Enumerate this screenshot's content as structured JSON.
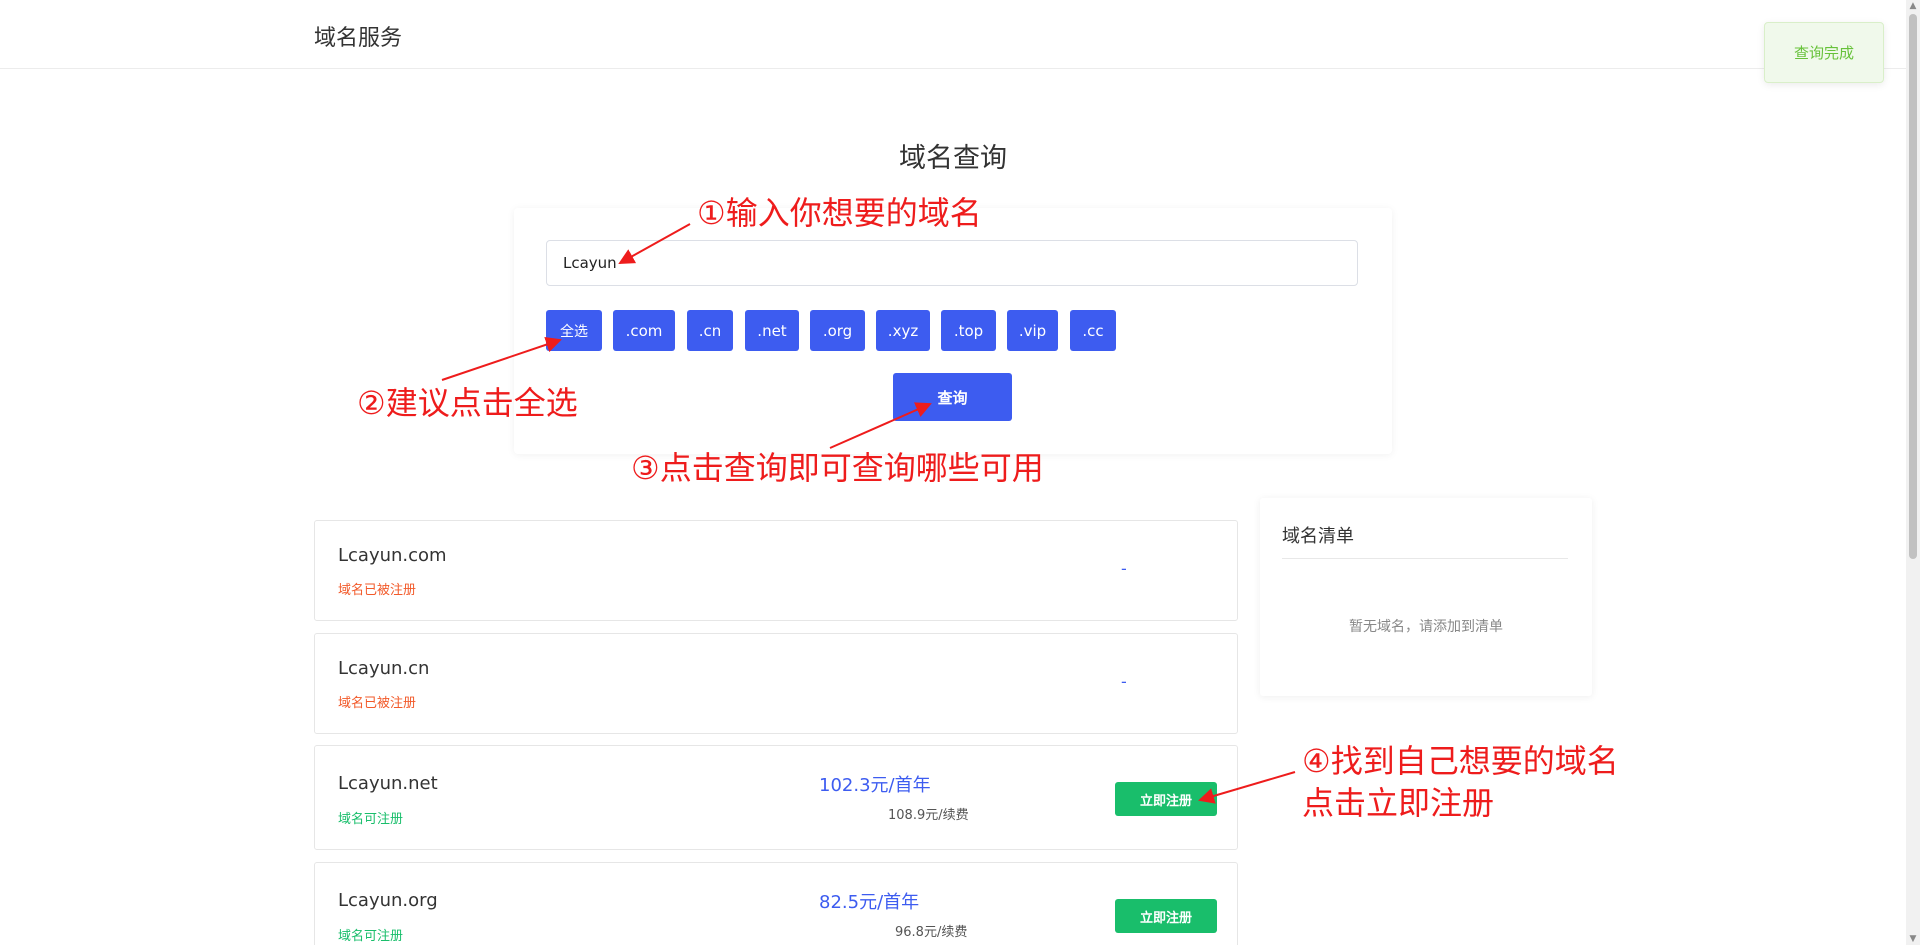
{
  "header": {
    "brand": "域名服务"
  },
  "toast": {
    "message": "查询完成"
  },
  "search": {
    "title": "域名查询",
    "input_value": "Lcayun",
    "tlds": [
      "全选",
      ".com",
      ".cn",
      ".net",
      ".org",
      ".xyz",
      ".top",
      ".vip",
      ".cc"
    ],
    "query_label": "查询"
  },
  "results": [
    {
      "name": "Lcayun.com",
      "status": "域名已被注册",
      "available": false,
      "dash": "-"
    },
    {
      "name": "Lcayun.cn",
      "status": "域名已被注册",
      "available": false,
      "dash": "-"
    },
    {
      "name": "Lcayun.net",
      "status": "域名可注册",
      "available": true,
      "price_first": "102.3元/首年",
      "price_renew": "108.9元/续费",
      "action": "立即注册"
    },
    {
      "name": "Lcayun.org",
      "status": "域名可注册",
      "available": true,
      "price_first": "82.5元/首年",
      "price_renew": "96.8元/续费",
      "action": "立即注册"
    }
  ],
  "domain_list": {
    "title": "域名清单",
    "empty_text": "暂无域名，请添加到清单"
  },
  "annotations": [
    "①输入你想要的域名",
    "②建议点击全选",
    "③点击查询即可查询哪些可用",
    "④找到自己想要的域名",
    "点击立即注册"
  ],
  "colors": {
    "primary": "#3d5cf0",
    "success": "#19be6b",
    "taken": "#f25a2a",
    "annotation": "#ee1c1c",
    "toast_text": "#67c23a"
  }
}
